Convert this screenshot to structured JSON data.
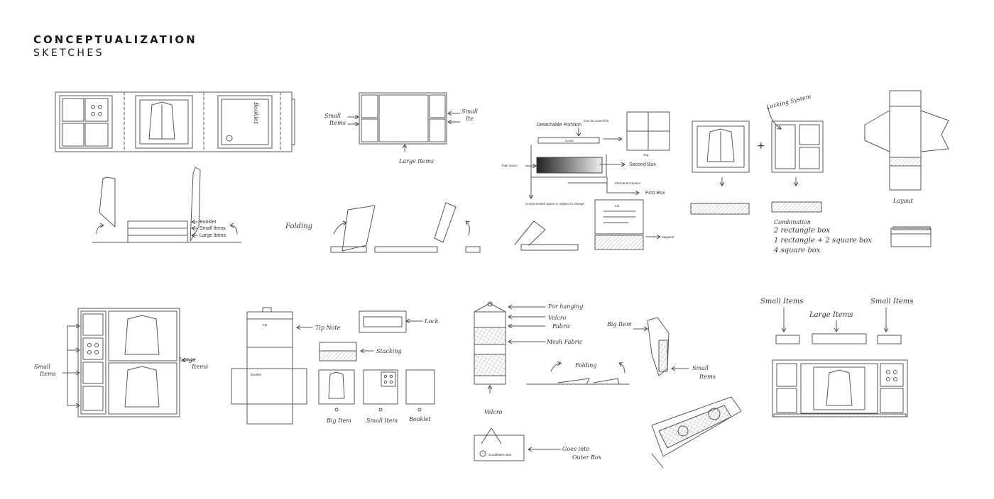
{
  "header": {
    "title": "CONCEPTUALIZATION",
    "subtitle": "SKETCHES"
  },
  "sketch1": {
    "cover_label": "Booklet",
    "layers": [
      "Booklet",
      "Small Items",
      "Large Items"
    ]
  },
  "sketch2": {
    "small_items_left": [
      "Small",
      "Items"
    ],
    "small_items_right": [
      "Small",
      "Ite"
    ],
    "large_items": "Large Items",
    "folding": "Folding"
  },
  "sketch3": {
    "detachable": "Detachable Portition",
    "cover": "Cover",
    "can_be_move": "Can be move this",
    "total_space": "Total space",
    "second_box": "Second Box",
    "permanent_space": "Permanent Space",
    "first_box": "First Box",
    "compromised": "Compromised space or subject to change",
    "top": "Top",
    "lid": "Lid",
    "magnets": "Magnets"
  },
  "sketch4": {
    "locking_system": "Locking System",
    "combination_title": "Combination",
    "combinations": [
      "2 rectangle box",
      "1  rectangle + 2 square box",
      "4 square box"
    ]
  },
  "sketch5": {
    "layout": "Layout"
  },
  "sketch6": {
    "small_items": [
      "Small",
      "Items"
    ],
    "large_items": [
      "Large",
      "Items"
    ]
  },
  "sketch7": {
    "tip": "Tip",
    "booklet": "Booklet",
    "tip_note": "Tip Note",
    "lock": "Lock",
    "stacking": "Stacking",
    "captions": [
      "Big Item",
      "Small Item",
      "Booklet"
    ]
  },
  "sketch8": {
    "for_hanging": "For hanging",
    "velcro_fabric": [
      "Velcro",
      "Fabric"
    ],
    "mesh_fabric": "Mesh Fabric",
    "velcro": "Velcro",
    "folding": "Folding",
    "big_item": "Big Item",
    "small_items": [
      "Small",
      "Items"
    ],
    "goes_into": [
      "Goes into",
      "Outer Box"
    ],
    "box_label": "Goodthaten Box"
  },
  "sketch9": {
    "small_items_left": "Small Items",
    "small_items_right": "Small Items",
    "large_items": "Large Items"
  }
}
